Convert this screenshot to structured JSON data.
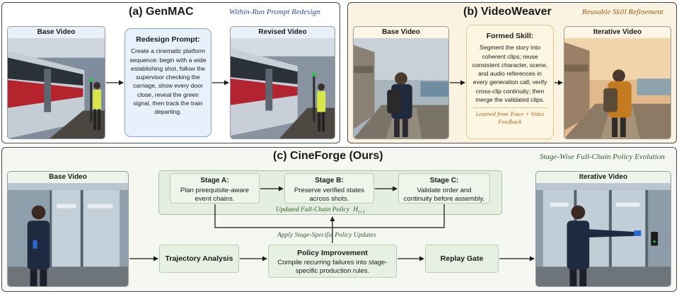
{
  "colors": {
    "genmac_subtitle": "#2a4f9a",
    "videoweaver_bg": "#fbf3e2",
    "videoweaver_subtitle": "#9a5a12",
    "cineforge_bg": "#f5f8f2",
    "cineforge_subtitle": "#2f5a2a",
    "prompt_card_bg": "#e8f0fb",
    "skill_card_bg": "#fdf6e3",
    "stage_green_text": "#2f5a2a",
    "arrow": "#1a1a1a"
  },
  "genmac": {
    "title": "(a) GenMAC",
    "subtitle": "Within-Run Prompt Redesign",
    "base_label": "Base Video",
    "prompt_title": "Redesign Prompt:",
    "prompt_text": "Create a cinematic platform sequence: begin with a wide establishing shot, follow the supervisor checking the carriage, show every door close, reveal the green signal, then track the train departing.",
    "revised_label": "Revised Video"
  },
  "videoweaver": {
    "title": "(b) VideoWeaver",
    "subtitle": "Reusable Skill Refinement",
    "base_label": "Base Video",
    "skill_title": "Formed Skill:",
    "skill_text": "Segment the story into coherent clips; reuse consistent character, scene, and audio references in every generation call; verify cross-clip continuity; then merge the validated clips.",
    "learned_from": "Learned from Trace + Video Feedback",
    "iterative_label": "Iterative Video"
  },
  "cineforge": {
    "title": "(c) CineForge (Ours)",
    "subtitle": "Stage-Wise Full-Chain Policy Evolution",
    "base_label": "Base Video",
    "iterative_label": "Iterative Video",
    "stage_a_title": "Stage A:",
    "stage_a_text": "Plan preequisite-aware event chains.",
    "stage_b_title": "Stage B:",
    "stage_b_text": "Preserve verified states across shots.",
    "stage_c_title": "Stage C:",
    "stage_c_text": "Validate order and continuity before assembly.",
    "policy_label": "Updated Full-Chain Policy",
    "policy_symbol": "H",
    "policy_subscript": "t+1",
    "apply_label": "Apply Stage-Specific Policy Updates",
    "trajectory_label": "Trajectory Analysis",
    "improvement_title": "Policy Improvement",
    "improvement_text": "Compile recurring failures into stage-specific production rules.",
    "replay_label": "Replay Gate"
  }
}
